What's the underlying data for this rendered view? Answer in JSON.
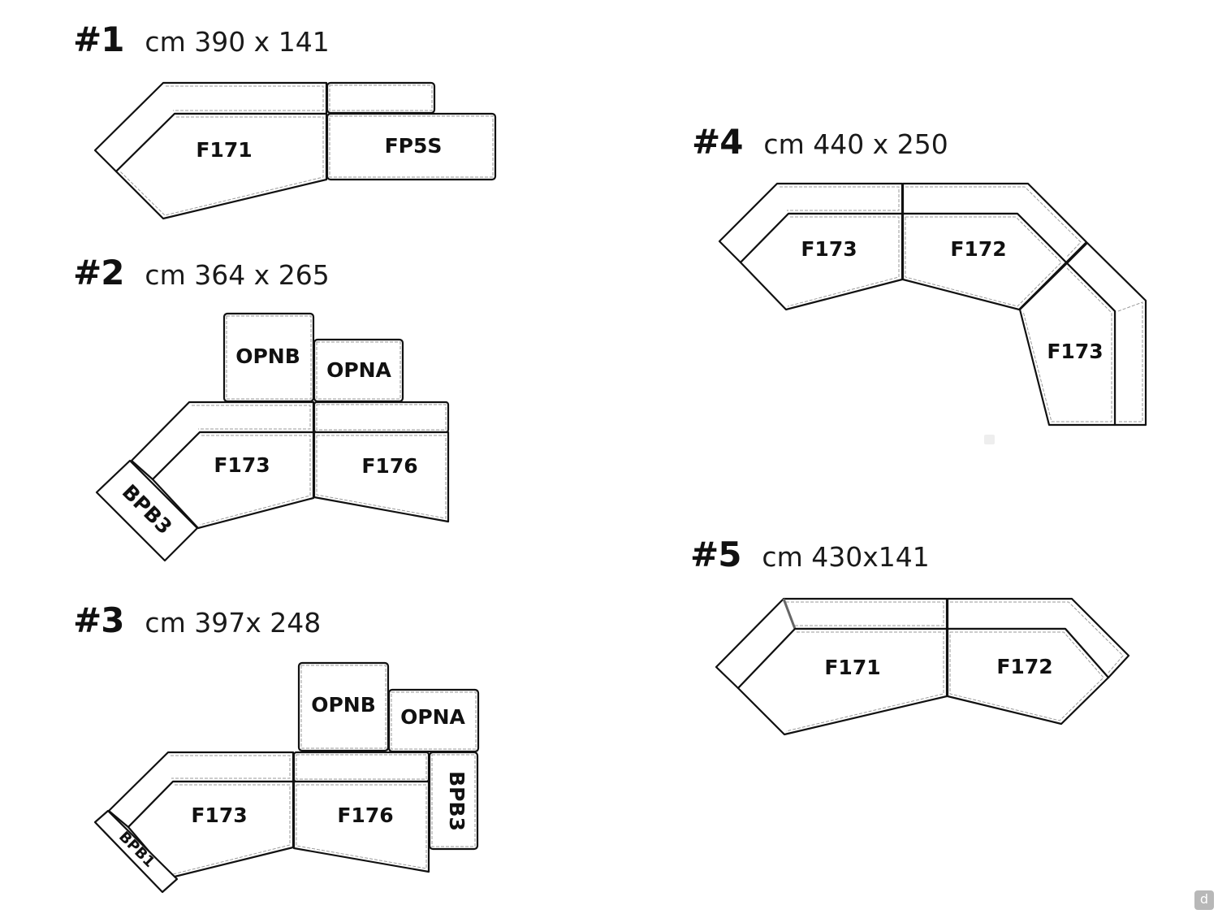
{
  "configurations": [
    {
      "number": "#1",
      "dimensions": "cm 390 x 141",
      "modules": [
        "F171",
        "FP5S"
      ]
    },
    {
      "number": "#2",
      "dimensions": "cm 364 x 265",
      "modules": [
        "OPNB",
        "OPNA",
        "F173",
        "F176",
        "BPB3"
      ]
    },
    {
      "number": "#3",
      "dimensions": "cm 397x 248",
      "modules": [
        "OPNB",
        "OPNA",
        "F173",
        "F176",
        "BPB3",
        "BPB1"
      ]
    },
    {
      "number": "#4",
      "dimensions": "cm 440 x 250",
      "modules": [
        "F173",
        "F172",
        "F173"
      ]
    },
    {
      "number": "#5",
      "dimensions": "cm 430x141",
      "modules": [
        "F171",
        "F172"
      ]
    }
  ],
  "watermark": {
    "icon": "d-logo-icon",
    "text": "d"
  }
}
